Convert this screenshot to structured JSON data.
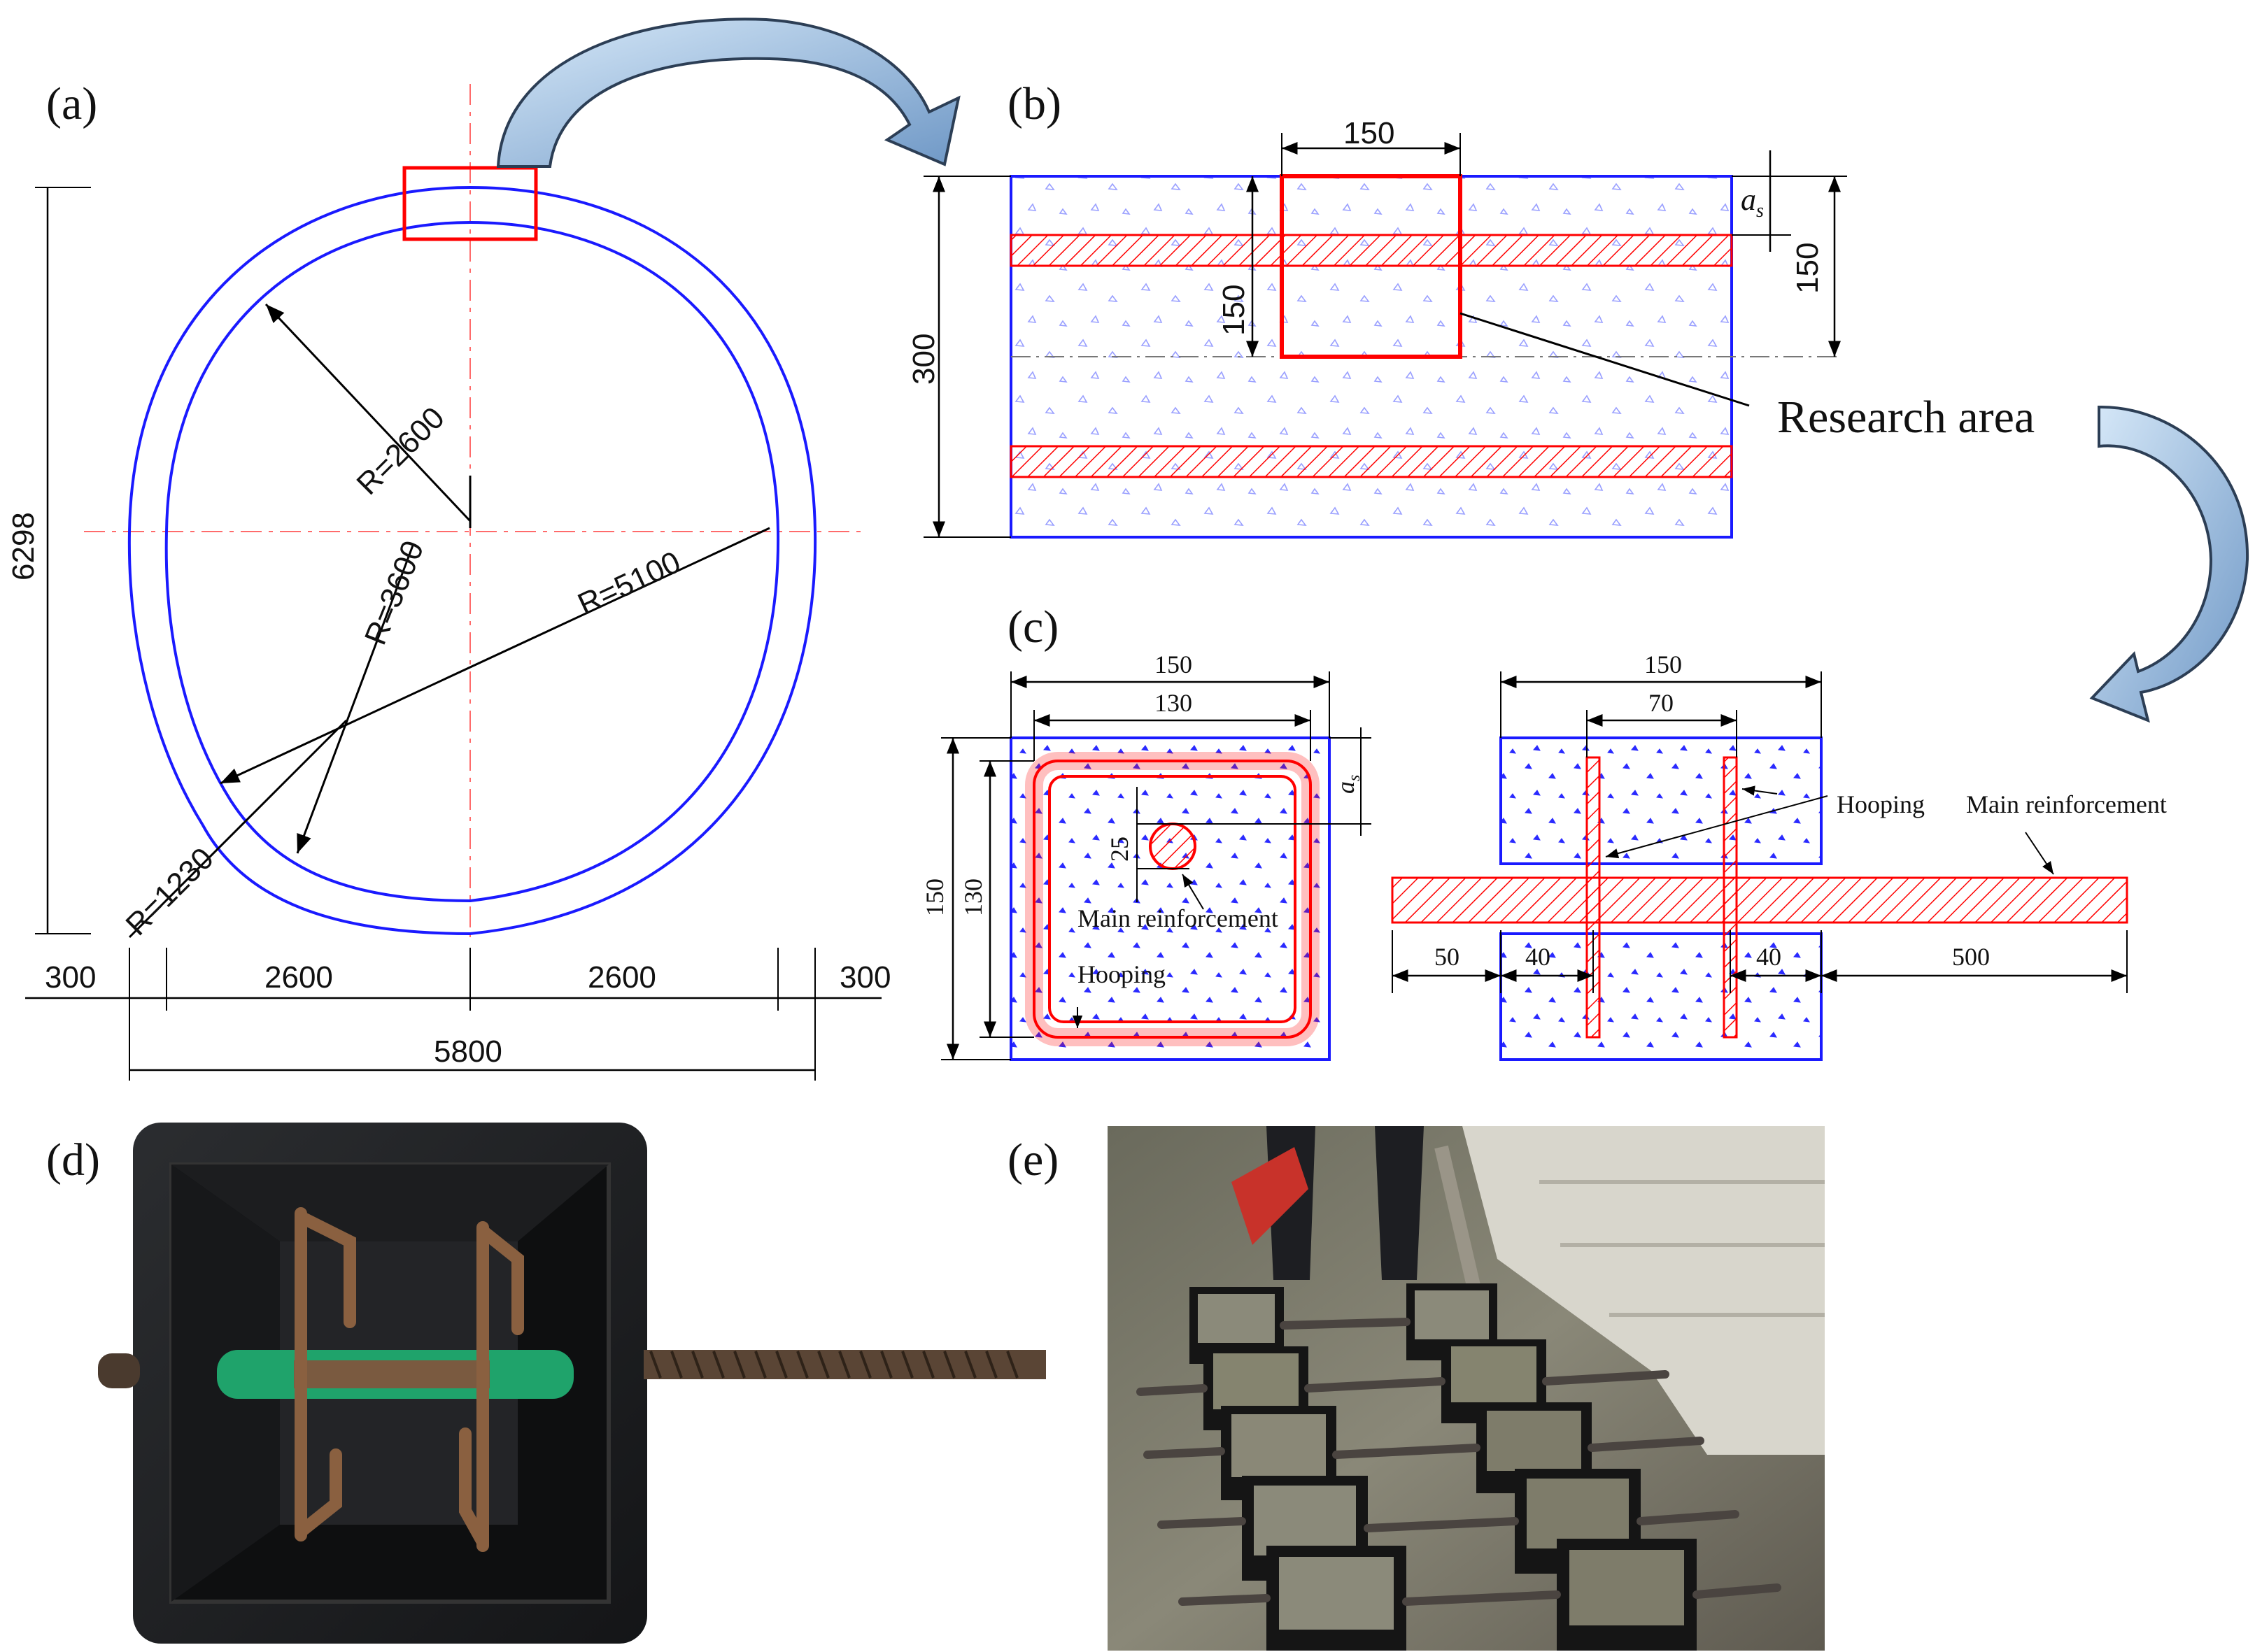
{
  "panels": {
    "a": {
      "label": "(a)",
      "dims": {
        "height": "6298",
        "left_offset": "300",
        "left_half": "2600",
        "right_half": "2600",
        "right_offset": "300",
        "total_width": "5800"
      },
      "radii": {
        "r1": "R=2600",
        "r2": "R=3600",
        "r3": "R=5100",
        "r4": "R=1230"
      }
    },
    "b": {
      "label": "(b)",
      "dims": {
        "top_width": "150",
        "inner_height": "150",
        "total_height": "300",
        "right_height": "150",
        "cover": "a",
        "cover_sub": "s"
      },
      "callout": "Research area"
    },
    "c": {
      "label": "(c)",
      "left": {
        "outer_width": "150",
        "inner_width": "130",
        "outer_height": "150",
        "inner_height": "130",
        "bar_dia": "25",
        "cover": "a",
        "cover_sub": "s",
        "main_label": "Main reinforcement",
        "hoop_label": "Hooping"
      },
      "right": {
        "outer_width": "150",
        "hoop_spacing": "70",
        "left_ext": "50",
        "left_gap": "40",
        "right_gap": "40",
        "right_ext": "500",
        "hoop_label": "Hooping",
        "main_label": "Main reinforcement"
      }
    },
    "d": {
      "label": "(d)"
    },
    "e": {
      "label": "(e)"
    }
  },
  "colors": {
    "outline": "#1a1aff",
    "reinforcement": "#ff0000",
    "arrow_fill_top": "#c7dff5",
    "arrow_fill_bottom": "#7aa4d0",
    "arrow_stroke": "#2c3e55"
  }
}
